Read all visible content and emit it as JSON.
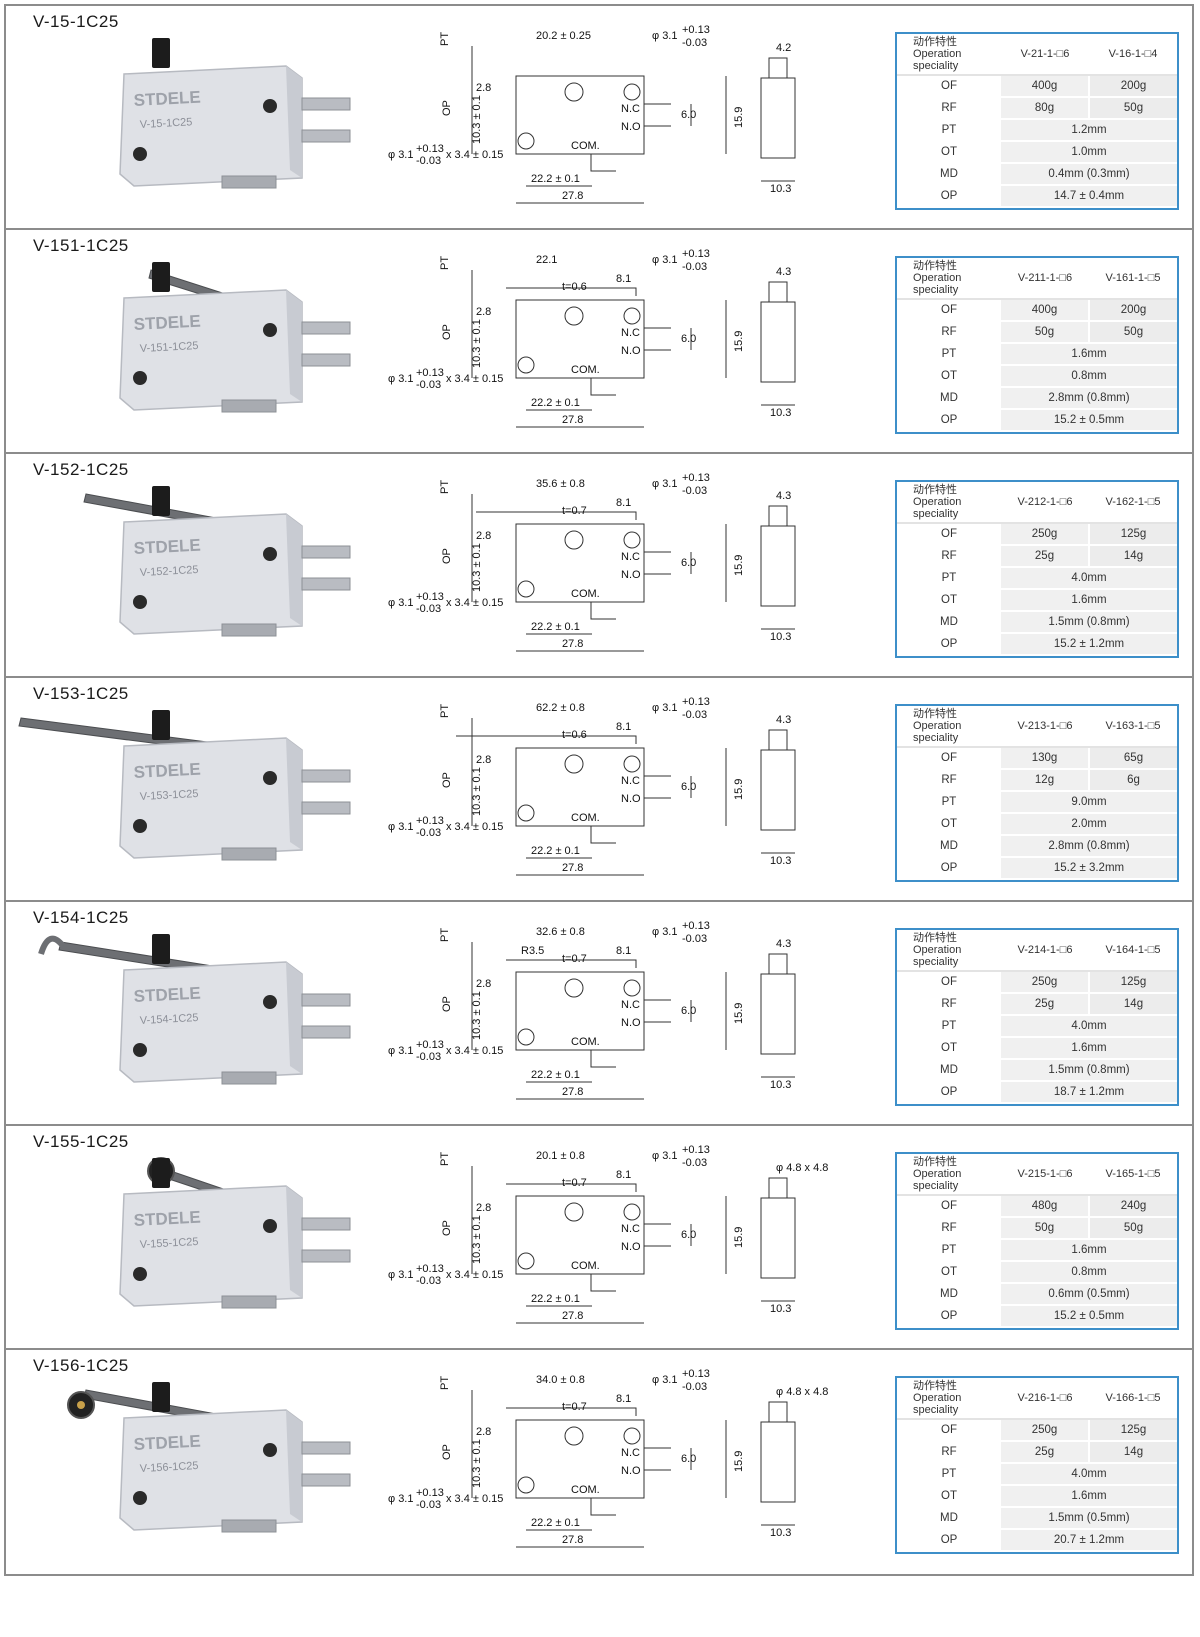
{
  "brand": "STDELE",
  "header_labels": {
    "cn": "动作特性",
    "en1": "Operation",
    "en2": "speciality"
  },
  "drawing_labels": {
    "pt": "PT",
    "op": "OP",
    "nc": "N.C",
    "no": "N.O",
    "com": "COM.",
    "hole_dia": "φ 3.1",
    "tol_plus": "+0.13",
    "tol_minus": "-0.03",
    "slot": "x 3.4 ± 0.15",
    "offset_28": "2.8",
    "op_height": "10.3 ± 0.1",
    "pitch_60": "6.0",
    "height_159": "15.9",
    "pitch_222": "22.2 ± 0.1",
    "length_278": "27.8",
    "depth_103": "10.3",
    "thickness": "t=0.7"
  },
  "panels": [
    {
      "model": "V-15-1C25",
      "body_label": "V-15-1C25",
      "lever_dim": "20.2 ± 0.25",
      "side_dim": "4.2",
      "t_label": "",
      "lever_81": "",
      "cols": [
        "V-21-1-□6",
        "V-16-1-□4"
      ],
      "rows": [
        {
          "k": "OF",
          "a": "400g",
          "b": "200g"
        },
        {
          "k": "RF",
          "a": "80g",
          "b": "50g"
        },
        {
          "k": "PT",
          "v": "1.2mm"
        },
        {
          "k": "OT",
          "v": "1.0mm"
        },
        {
          "k": "MD",
          "v": "0.4mm (0.3mm)"
        },
        {
          "k": "OP",
          "v": "14.7 ± 0.4mm"
        }
      ]
    },
    {
      "model": "V-151-1C25",
      "body_label": "V-151-1C25",
      "lever_dim": "22.1",
      "side_dim": "4.3",
      "t_label": "t=0.6",
      "lever_81": "8.1",
      "cols": [
        "V-211-1-□6",
        "V-161-1-□5"
      ],
      "rows": [
        {
          "k": "OF",
          "a": "400g",
          "b": "200g"
        },
        {
          "k": "RF",
          "a": "50g",
          "b": "50g"
        },
        {
          "k": "PT",
          "v": "1.6mm"
        },
        {
          "k": "OT",
          "v": "0.8mm"
        },
        {
          "k": "MD",
          "v": "2.8mm (0.8mm)"
        },
        {
          "k": "OP",
          "v": "15.2 ± 0.5mm"
        }
      ]
    },
    {
      "model": "V-152-1C25",
      "body_label": "V-152-1C25",
      "lever_dim": "35.6 ± 0.8",
      "side_dim": "4.3",
      "t_label": "t=0.7",
      "lever_81": "8.1",
      "cols": [
        "V-212-1-□6",
        "V-162-1-□5"
      ],
      "rows": [
        {
          "k": "OF",
          "a": "250g",
          "b": "125g"
        },
        {
          "k": "RF",
          "a": "25g",
          "b": "14g"
        },
        {
          "k": "PT",
          "v": "4.0mm"
        },
        {
          "k": "OT",
          "v": "1.6mm"
        },
        {
          "k": "MD",
          "v": "1.5mm (0.8mm)"
        },
        {
          "k": "OP",
          "v": "15.2 ± 1.2mm"
        }
      ]
    },
    {
      "model": "V-153-1C25",
      "body_label": "V-153-1C25",
      "lever_dim": "62.2 ± 0.8",
      "side_dim": "4.3",
      "t_label": "t=0.6",
      "lever_81": "8.1",
      "cols": [
        "V-213-1-□6",
        "V-163-1-□5"
      ],
      "rows": [
        {
          "k": "OF",
          "a": "130g",
          "b": "65g"
        },
        {
          "k": "RF",
          "a": "12g",
          "b": "6g"
        },
        {
          "k": "PT",
          "v": "9.0mm"
        },
        {
          "k": "OT",
          "v": "2.0mm"
        },
        {
          "k": "MD",
          "v": "2.8mm (0.8mm)"
        },
        {
          "k": "OP",
          "v": "15.2 ± 3.2mm"
        }
      ]
    },
    {
      "model": "V-154-1C25",
      "body_label": "V-154-1C25",
      "lever_dim": "32.6 ± 0.8",
      "side_dim": "4.3",
      "t_label": "t=0.7",
      "lever_81": "8.1",
      "extra": "R3.5",
      "cols": [
        "V-214-1-□6",
        "V-164-1-□5"
      ],
      "rows": [
        {
          "k": "OF",
          "a": "250g",
          "b": "125g"
        },
        {
          "k": "RF",
          "a": "25g",
          "b": "14g"
        },
        {
          "k": "PT",
          "v": "4.0mm"
        },
        {
          "k": "OT",
          "v": "1.6mm"
        },
        {
          "k": "MD",
          "v": "1.5mm (0.8mm)"
        },
        {
          "k": "OP",
          "v": "18.7 ± 1.2mm"
        }
      ]
    },
    {
      "model": "V-155-1C25",
      "body_label": "V-155-1C25",
      "lever_dim": "20.1 ± 0.8",
      "side_dim": "φ 4.8 x 4.8",
      "t_label": "t=0.7",
      "lever_81": "8.1",
      "cols": [
        "V-215-1-□6",
        "V-165-1-□5"
      ],
      "rows": [
        {
          "k": "OF",
          "a": "480g",
          "b": "240g"
        },
        {
          "k": "RF",
          "a": "50g",
          "b": "50g"
        },
        {
          "k": "PT",
          "v": "1.6mm"
        },
        {
          "k": "OT",
          "v": "0.8mm"
        },
        {
          "k": "MD",
          "v": "0.6mm (0.5mm)"
        },
        {
          "k": "OP",
          "v": "15.2 ± 0.5mm"
        }
      ]
    },
    {
      "model": "V-156-1C25",
      "body_label": "V-156-1C25",
      "lever_dim": "34.0 ± 0.8",
      "side_dim": "φ 4.8 x 4.8",
      "t_label": "t=0.7",
      "lever_81": "8.1",
      "cols": [
        "V-216-1-□6",
        "V-166-1-□5"
      ],
      "rows": [
        {
          "k": "OF",
          "a": "250g",
          "b": "125g"
        },
        {
          "k": "RF",
          "a": "25g",
          "b": "14g"
        },
        {
          "k": "PT",
          "v": "4.0mm"
        },
        {
          "k": "OT",
          "v": "1.6mm"
        },
        {
          "k": "MD",
          "v": "1.5mm (0.5mm)"
        },
        {
          "k": "OP",
          "v": "20.7 ± 1.2mm"
        }
      ]
    }
  ]
}
